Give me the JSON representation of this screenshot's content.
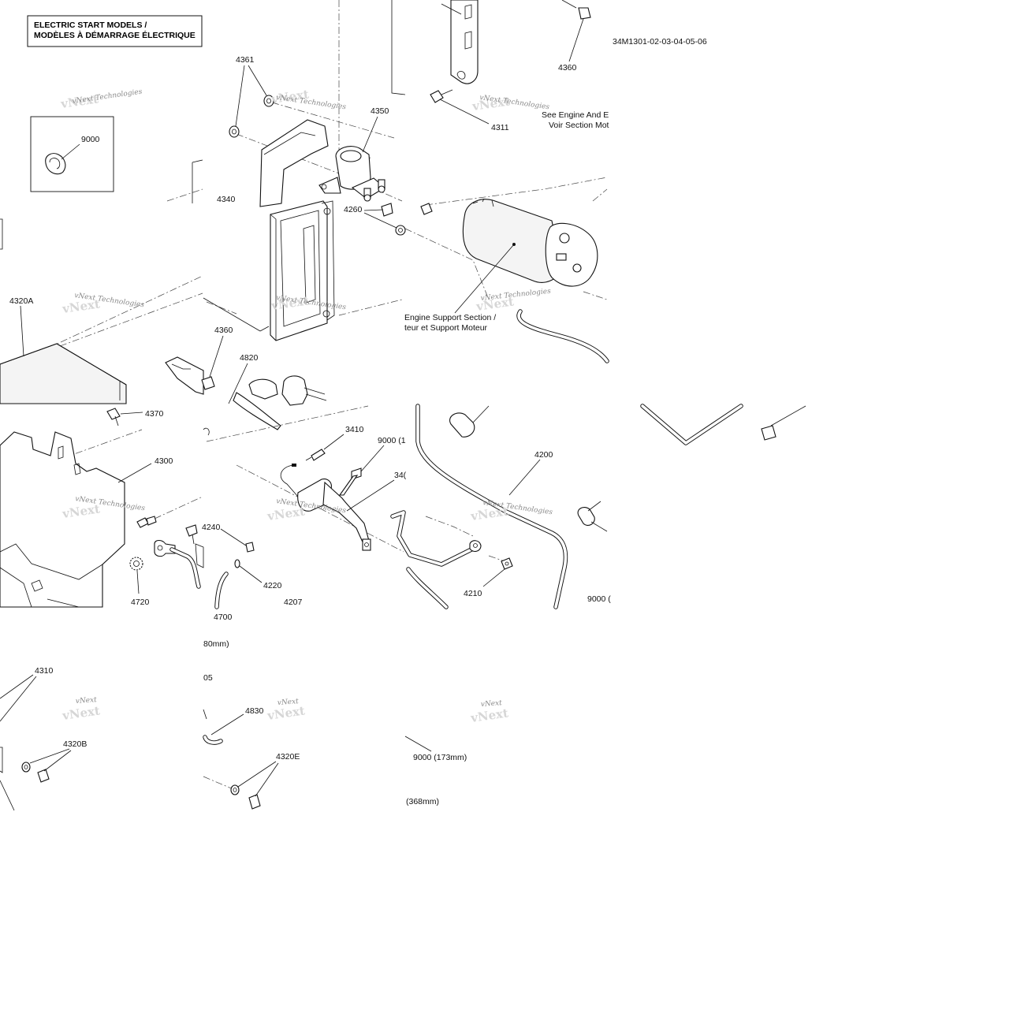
{
  "diagram": {
    "title_lines": [
      "ELECTRIC START MODELS /",
      "MODÈLES À DÉMARRAGE ÉLECTRIQUE"
    ],
    "drawing_number": "34M1301-02-03-04-05-06",
    "watermark": "vNext Technologies",
    "watermark_short": "vNext",
    "notes": {
      "see_engine_1": "See Engine And E",
      "see_engine_2": "Voir Section Mot",
      "engine_support_1": "Engine Support Section /",
      "engine_support_2": "teur et Support Moteur"
    },
    "callouts": {
      "c4360_top": "4360",
      "c4361": "4361",
      "c4311": "4311",
      "c4350": "4350",
      "c9000_inset": "9000",
      "c4340": "4340",
      "c4260": "4260",
      "c4320A": "4320A",
      "c4360_mid": "4360",
      "c4820": "4820",
      "c4370": "4370",
      "c3410": "3410",
      "c9000_1": "9000 (1",
      "c34_cut": "34(",
      "c4200": "4200",
      "c4300": "4300",
      "c4240": "4240",
      "c4220": "4220",
      "c4210": "4210",
      "c4720": "4720",
      "c4700": "4700",
      "c4207": "4207",
      "c9000_cut": "9000 (",
      "c80mm": "80mm)",
      "c05": "05",
      "c4310": "4310",
      "c4830": "4830",
      "c4320B": "4320B",
      "c4320E": "4320E",
      "c9000_173": "9000 (173mm)",
      "c368mm": "(368mm)"
    }
  }
}
